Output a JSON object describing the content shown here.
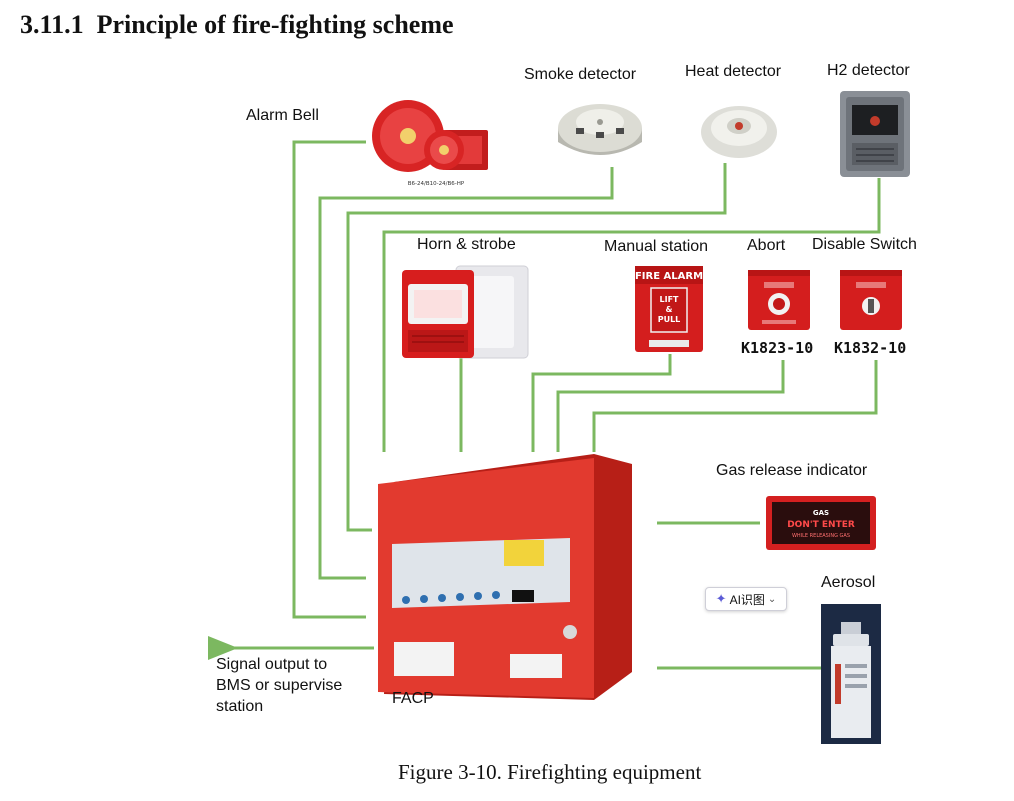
{
  "section": {
    "number": "3.11.1",
    "title": "Principle of fire-fighting scheme"
  },
  "labels": {
    "alarm_bell": "Alarm Bell",
    "smoke_detector": "Smoke detector",
    "heat_detector": "Heat detector",
    "h2_detector": "H2 detector",
    "horn_strobe": "Horn & strobe",
    "manual_station": "Manual station",
    "abort": "Abort",
    "disable_switch": "Disable Switch",
    "gas_release_indicator": "Gas release indicator",
    "aerosol": "Aerosol",
    "facp": "FACP",
    "signal_output": [
      "Signal output to",
      "BMS or supervise",
      "station"
    ]
  },
  "models": {
    "abort": "K1823-10",
    "disable_switch": "K1832-10"
  },
  "device_text": {
    "bell_model": "B6-24/B10-24/B6-HP",
    "fire_alarm": "FIRE ALARM",
    "lift_pull": [
      "LIFT",
      "&",
      "PULL"
    ],
    "gas_sign": [
      "GAS",
      "DON'T ENTER",
      "WHILE RELEASING GAS"
    ]
  },
  "ai_chip": {
    "label": "AI识图"
  },
  "caption": "Figure 3-10. Firefighting equipment",
  "colors": {
    "wire": "#7cb860",
    "device_red": "#d92626",
    "panel_red": "#e23a2f"
  }
}
